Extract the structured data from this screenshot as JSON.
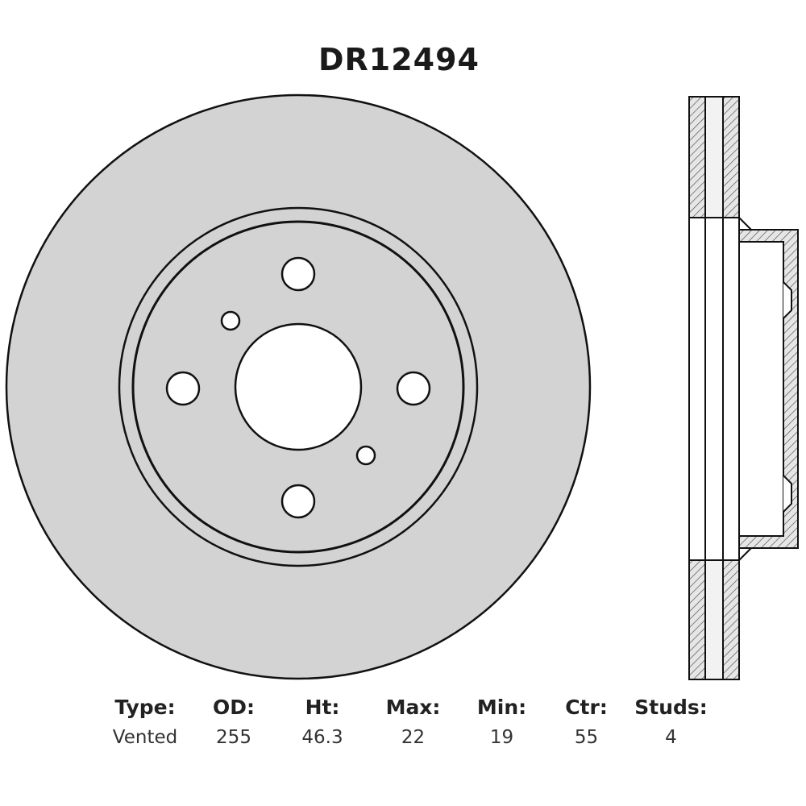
{
  "part_number": "DR12494",
  "specs": {
    "headers": [
      "Type:",
      "OD:",
      "Ht:",
      "Max:",
      "Min:",
      "Ctr:",
      "Studs:"
    ],
    "values": [
      "Vented",
      "255",
      "46.3",
      "22",
      "19",
      "55",
      "4"
    ]
  },
  "colors": {
    "disc_fill": "#d3d3d3",
    "outline": "#111111",
    "background": "#ffffff"
  }
}
